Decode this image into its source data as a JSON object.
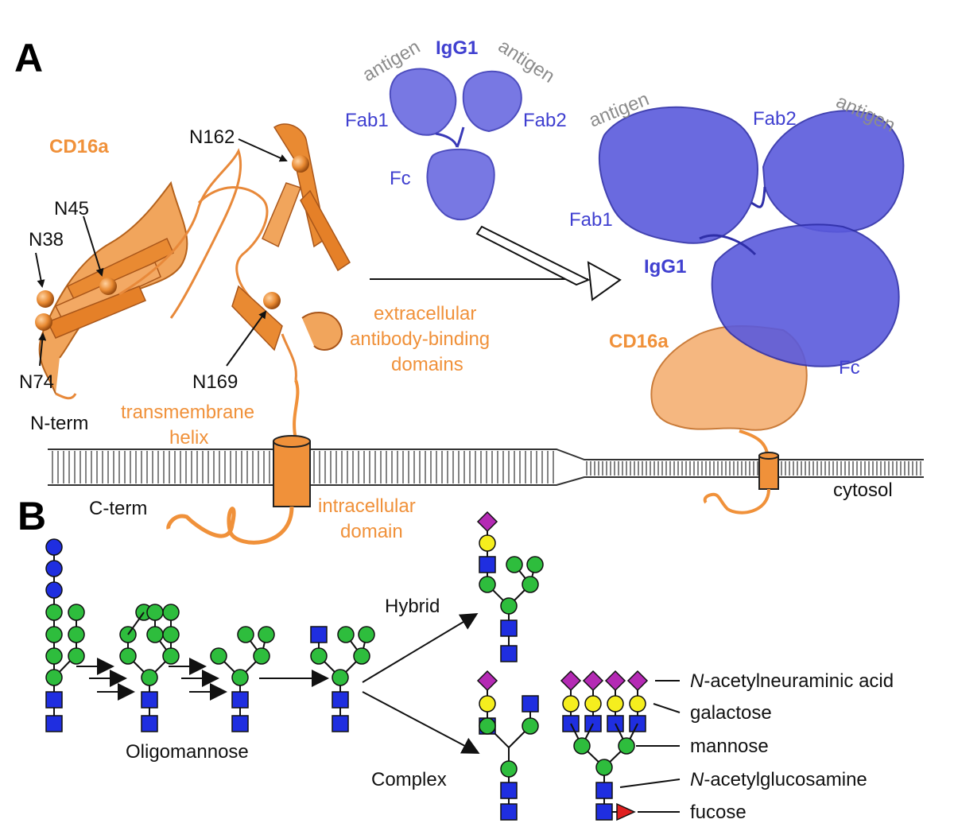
{
  "panels": {
    "a": "A",
    "b": "B"
  },
  "panel_a": {
    "cd16a_title": "CD16a",
    "sites": {
      "n162": "N162",
      "n45": "N45",
      "n38": "N38",
      "n74": "N74",
      "n169": "N169"
    },
    "n_term": "N-term",
    "c_term": "C-term",
    "tm_helix_line1": "transmembrane",
    "tm_helix_line2": "helix",
    "intracellular_line1": "intracellular",
    "intracellular_line2": "domain",
    "extracellular_line1": "extracellular",
    "extracellular_line2": "antibody-binding",
    "extracellular_line3": "domains",
    "igg1_small": {
      "title": "IgG1",
      "antigen_left": "antigen",
      "antigen_right": "antigen",
      "fab1": "Fab1",
      "fab2": "Fab2",
      "fc": "Fc"
    },
    "complex": {
      "antigen_left": "antigen",
      "antigen_right": "antigen",
      "fab1": "Fab1",
      "fab2": "Fab2",
      "igg1": "IgG1",
      "cd16a": "CD16a",
      "fc": "Fc"
    },
    "cytosol": "cytosol"
  },
  "panel_b": {
    "oligomannose": "Oligomannose",
    "hybrid": "Hybrid",
    "complex": "Complex",
    "legend": {
      "neu_prefix": "N",
      "neu_rest": "-acetylneuraminic acid",
      "galactose": "galactose",
      "mannose": "mannose",
      "glcnac_prefix": "N",
      "glcnac_rest": "-acetylglucosamine",
      "fucose": "fucose"
    }
  },
  "colors": {
    "cd16a_orange": "#f0913a",
    "igg_blue": "#4646cf",
    "antigen_grey": "#8c8c8c",
    "mannose_green": "#2ebd3d",
    "glcnac_blue": "#1f2ee0",
    "galactose_yellow": "#f5ee1e",
    "sialic_magenta": "#b42ab4",
    "fucose_red": "#e02020"
  }
}
